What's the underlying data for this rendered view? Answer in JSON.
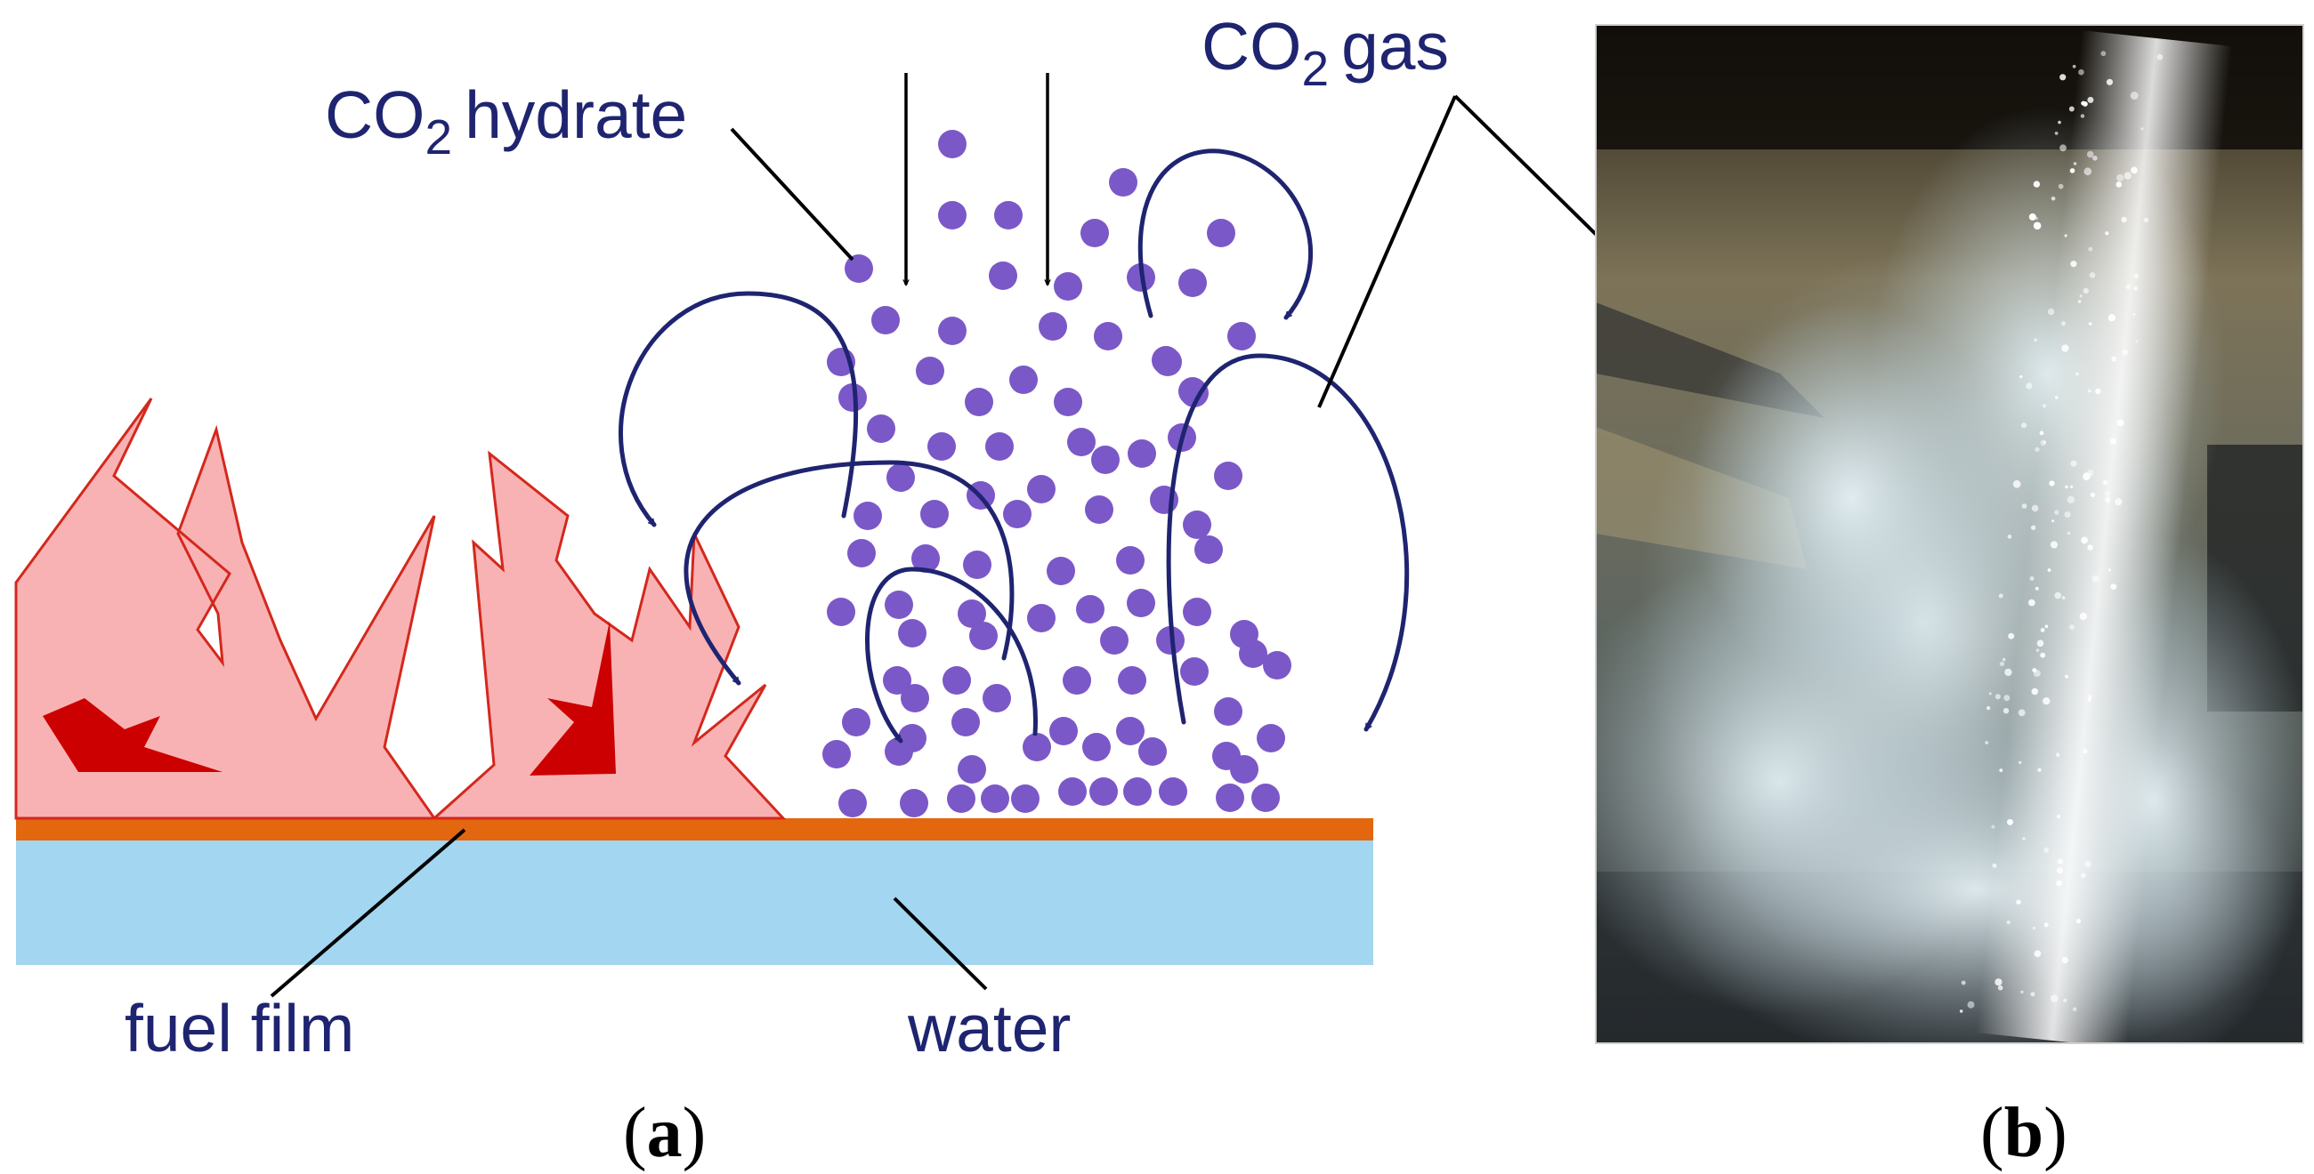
{
  "labels": {
    "co2_hydrate_prefix": "CO",
    "co2_hydrate_sub": "2",
    "co2_hydrate_suffix": "hydrate",
    "co2_gas_prefix": "CO",
    "co2_gas_sub": "2",
    "co2_gas_suffix": "gas",
    "fuel_film": "fuel film",
    "water": "water"
  },
  "captions": {
    "a_open": "(",
    "a_letter": "a",
    "a_close": ")",
    "b_open": "(",
    "b_letter": "b",
    "b_close": ")"
  },
  "colors": {
    "flame_fill": "#f8b2b4",
    "flame_stroke": "#d4281c",
    "flame_core": "#cc0000",
    "fuel_film": "#e2670f",
    "water": "#a3d6f0",
    "particles": "#7b58c8",
    "arrows": "#1f2470",
    "leader_lines": "#000000"
  },
  "icons": {
    "photo": "photo-co2-gas-cloud"
  }
}
